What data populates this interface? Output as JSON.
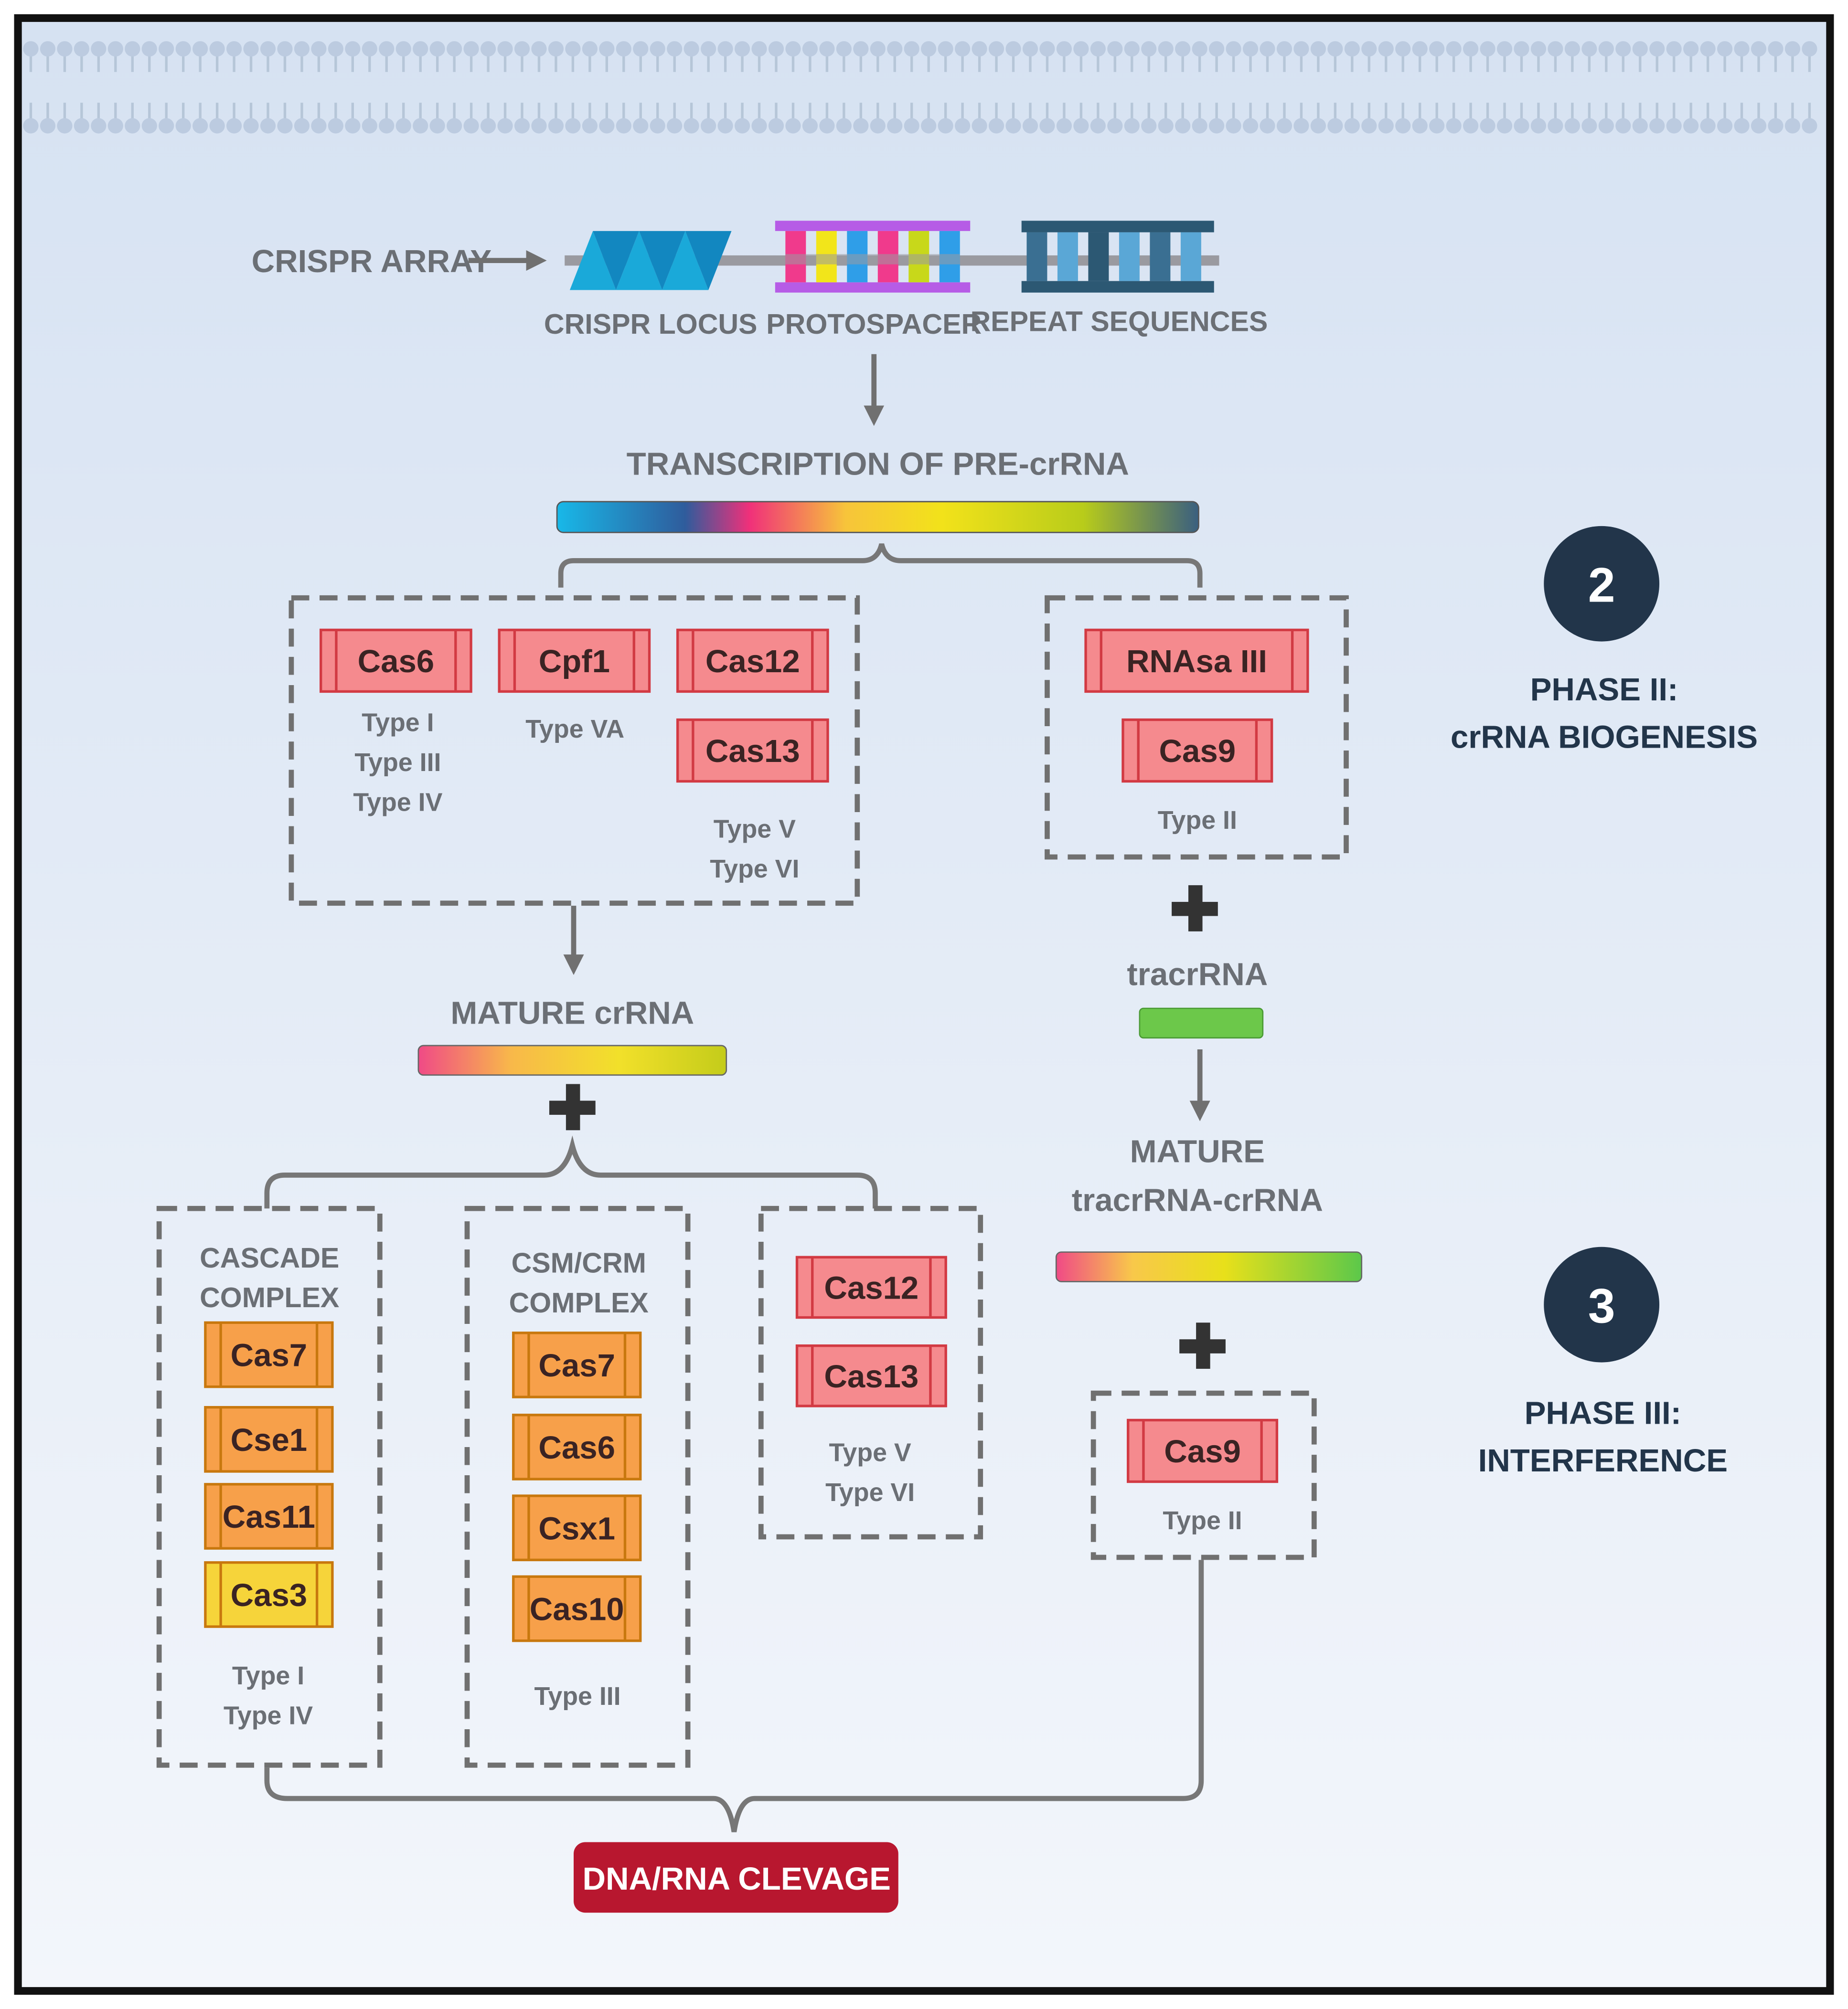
{
  "header": {
    "crispr_array": "CRISPR ARRAY",
    "crispr_locus": "CRISPR LOCUS",
    "protospacer": "PROTOSPACER",
    "repeat_sequences": "REPEAT SEQUENCES",
    "transcription": "TRANSCRIPTION OF PRE-crRNA"
  },
  "phase2": {
    "number": "2",
    "title_line1": "PHASE II:",
    "title_line2": "crRNA BIOGENESIS"
  },
  "phase3": {
    "number": "3",
    "title_line1": "PHASE III:",
    "title_line2": "INTERFERENCE"
  },
  "biogenesis_left": {
    "cas6": "Cas6",
    "cas6_types": [
      "Type I",
      "Type III",
      "Type IV"
    ],
    "cpf1": "Cpf1",
    "cpf1_type": "Type VA",
    "cas12": "Cas12",
    "cas13": "Cas13",
    "cas12_13_types": [
      "Type V",
      "Type VI"
    ]
  },
  "biogenesis_right": {
    "rnasa": "RNAsa III",
    "cas9": "Cas9",
    "type": "Type II"
  },
  "mature_crrna": "MATURE crRNA",
  "tracrrna": "tracrRNA",
  "mature_tracr": [
    "MATURE",
    "tracrRNA-crRNA"
  ],
  "cascade": {
    "title": [
      "CASCADE",
      "COMPLEX"
    ],
    "proteins": [
      "Cas7",
      "Cse1",
      "Cas11",
      "Cas3"
    ],
    "types": [
      "Type I",
      "Type IV"
    ]
  },
  "csm": {
    "title": [
      "CSM/CRM",
      "COMPLEX"
    ],
    "proteins": [
      "Cas7",
      "Cas6",
      "Csx1",
      "Cas10"
    ],
    "type": "Type III"
  },
  "interference_cas12_13": {
    "cas12": "Cas12",
    "cas13": "Cas13",
    "types": [
      "Type V",
      "Type VI"
    ]
  },
  "interference_cas9": {
    "cas9": "Cas9",
    "type": "Type II"
  },
  "cleavage": "DNA/RNA CLEVAGE",
  "colors": {
    "red_protein": "#f58a8e",
    "orange_protein": "#f7a04a",
    "yellow_protein": "#f6d43a",
    "phase_circle": "#22354a",
    "cleavage_button": "#b8172f"
  }
}
